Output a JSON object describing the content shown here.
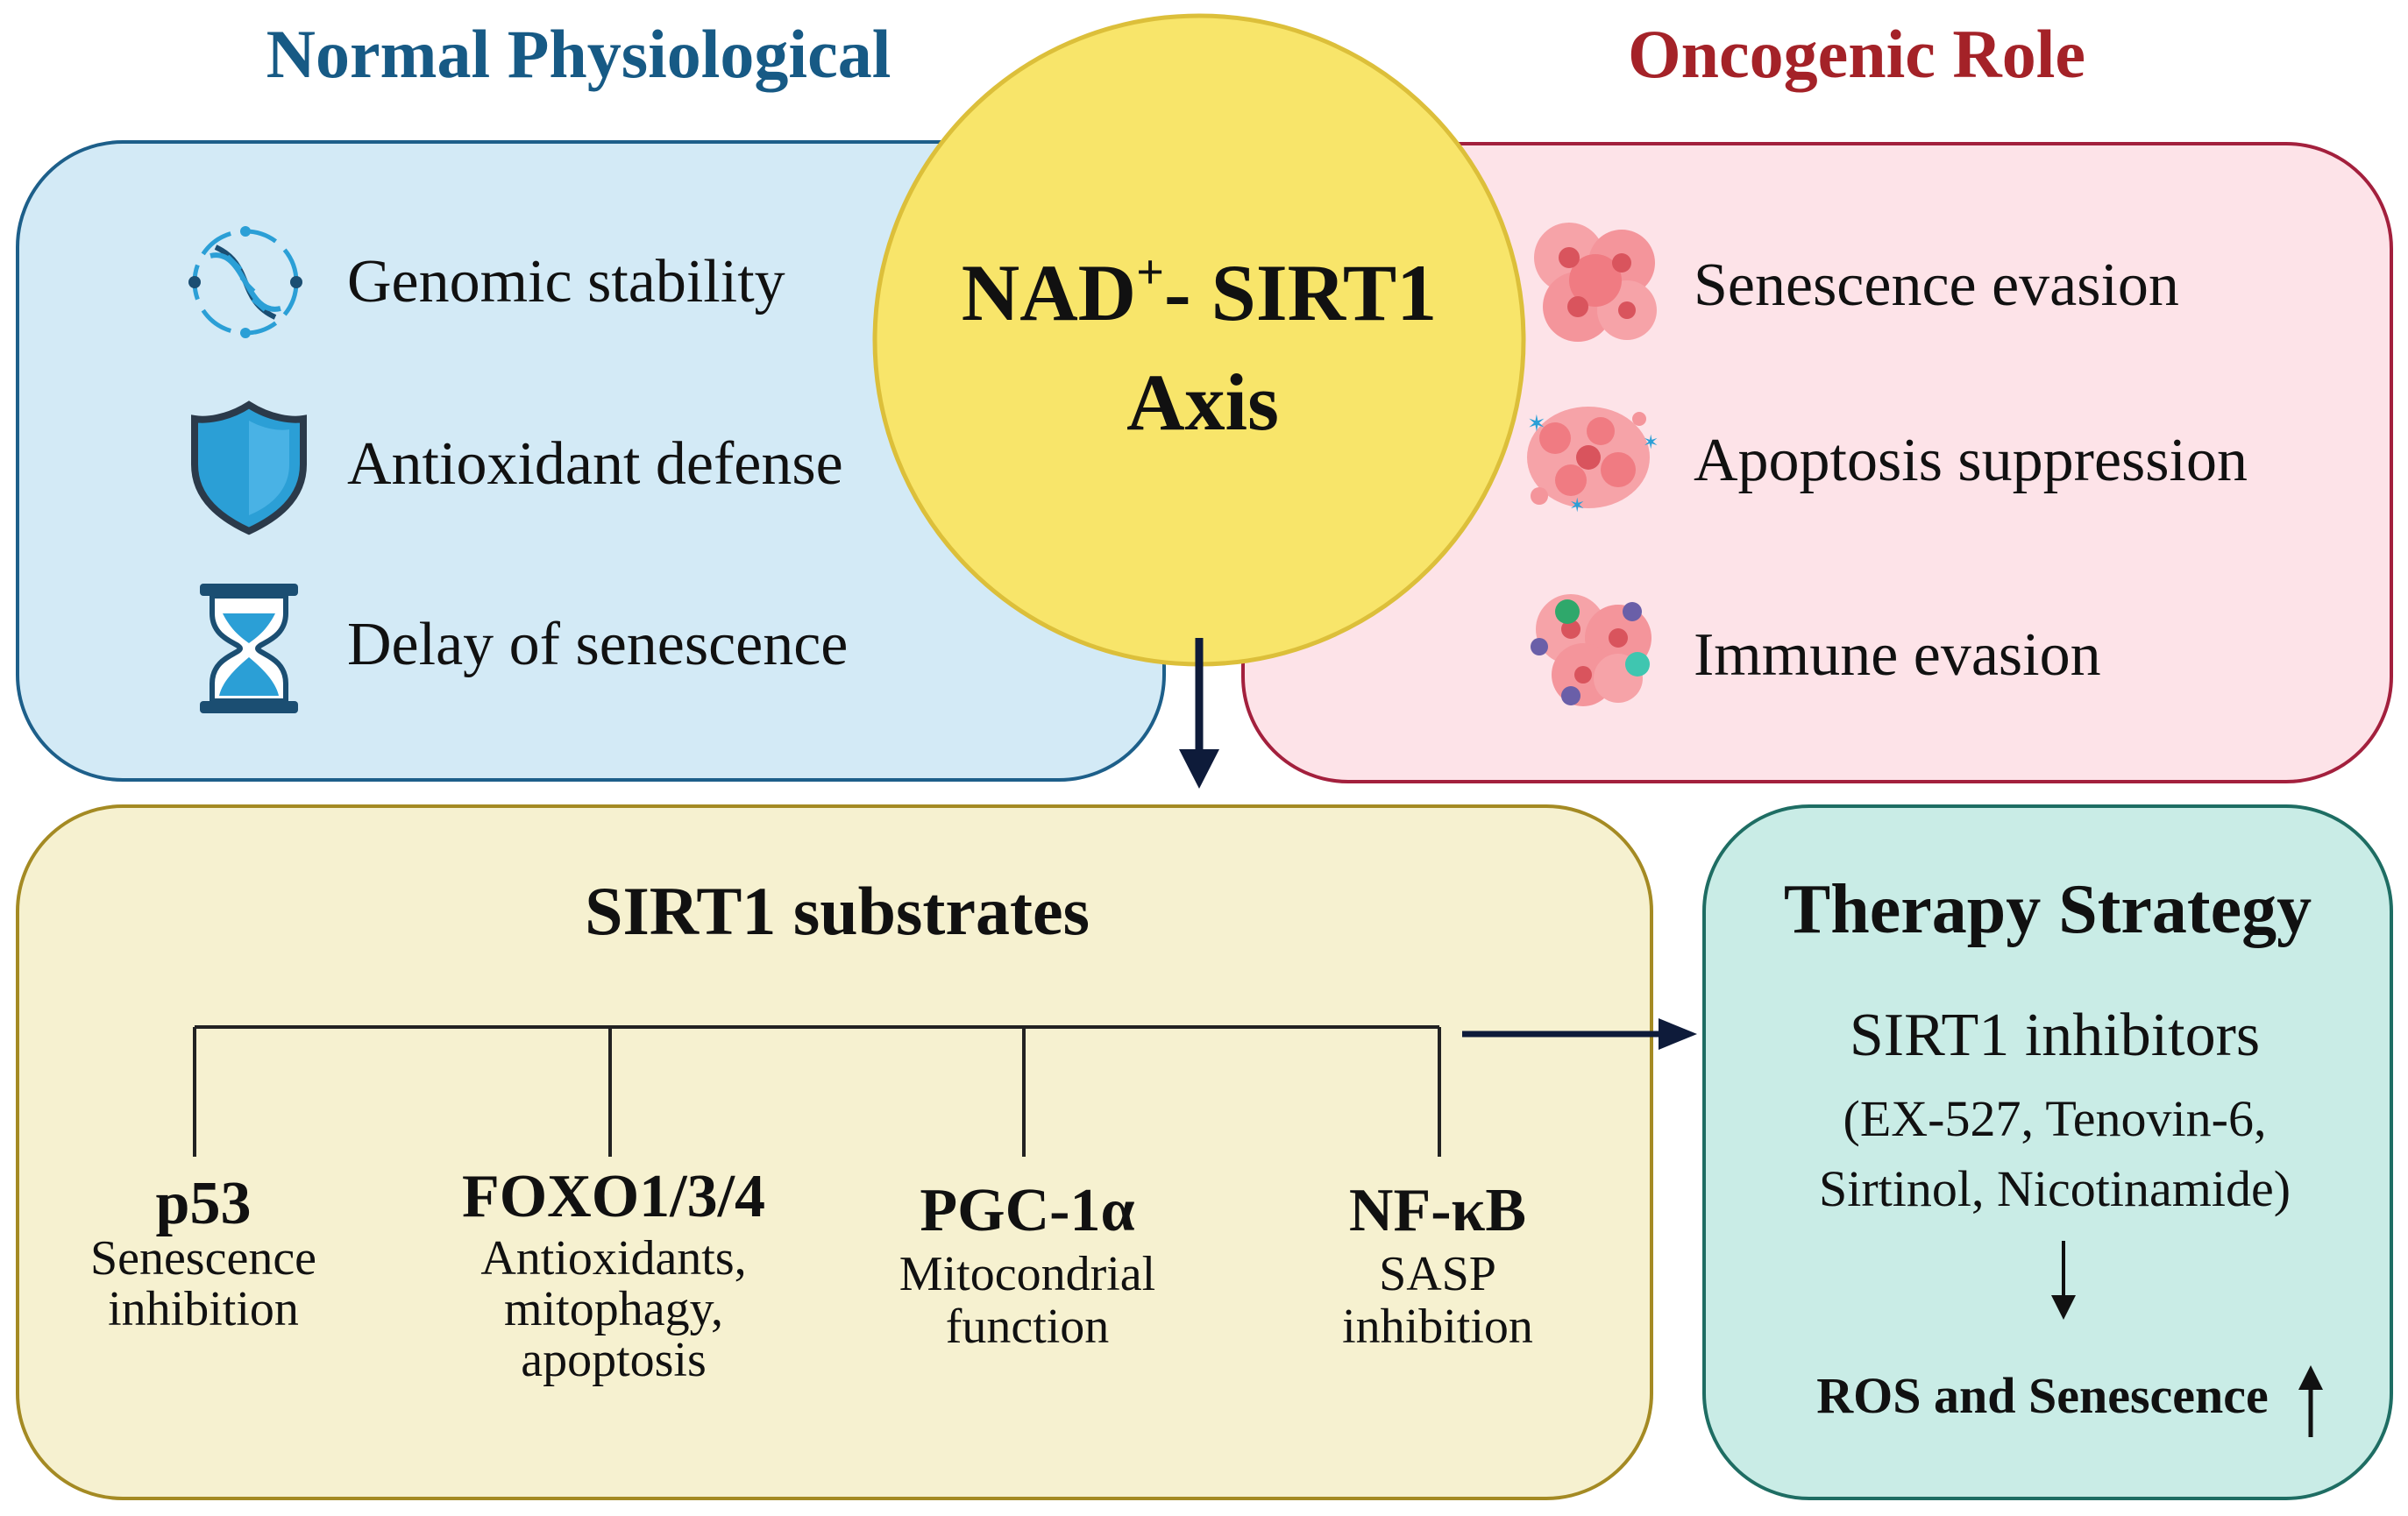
{
  "headings": {
    "normal": "Normal Physiological",
    "oncogenic": "Oncogenic Role"
  },
  "center": {
    "line1_prefix": "NAD",
    "line1_sup": "+",
    "line1_suffix": "- SIRT1",
    "line2": "Axis"
  },
  "normal_items": [
    {
      "icon": "dna-icon",
      "label": "Genomic stability"
    },
    {
      "icon": "shield-icon",
      "label": "Antioxidant defense"
    },
    {
      "icon": "hourglass-icon",
      "label": "Delay of senescence"
    }
  ],
  "oncogenic_items": [
    {
      "icon": "tumor-cells-icon",
      "label": "Senescence evasion"
    },
    {
      "icon": "apoptosis-cells-icon",
      "label": "Apoptosis suppression"
    },
    {
      "icon": "immune-cells-icon",
      "label": "Immune evasion"
    }
  ],
  "substrates": {
    "title": "SIRT1 substrates",
    "items": [
      {
        "name": "p53",
        "desc": [
          "Senescence",
          "inhibition"
        ]
      },
      {
        "name": "FOXO1/3/4",
        "desc": [
          "Antioxidants,",
          "mitophagy,",
          "apoptosis"
        ]
      },
      {
        "name": "PGC-1α",
        "desc": [
          "Mitocondrial",
          "function"
        ]
      },
      {
        "name": "NF-κB",
        "desc": [
          "SASP",
          "inhibition"
        ]
      }
    ]
  },
  "therapy": {
    "title": "Therapy Strategy",
    "subtitle": "SIRT1 inhibitors",
    "examples_line1": "(EX-527, Tenovin-6,",
    "examples_line2": "Sirtinol, Nicotinamide)",
    "outcome": "ROS and Senescence"
  },
  "colors": {
    "normal_fill": "#d3eaf6",
    "normal_stroke": "#1d5f8a",
    "normal_title": "#175a85",
    "onco_fill": "#fde3e8",
    "onco_stroke": "#a3203d",
    "onco_title": "#a42228",
    "center_fill": "#f8e56a",
    "center_stroke": "#dcbf3a",
    "subs_fill": "#f6f1d0",
    "subs_stroke": "#a48a23",
    "therapy_fill": "#c9ece6",
    "therapy_stroke": "#1e6d63",
    "icon_blue": "#2b9fd6",
    "icon_dark": "#1b4e72",
    "cell_pink": "#f07b82"
  }
}
